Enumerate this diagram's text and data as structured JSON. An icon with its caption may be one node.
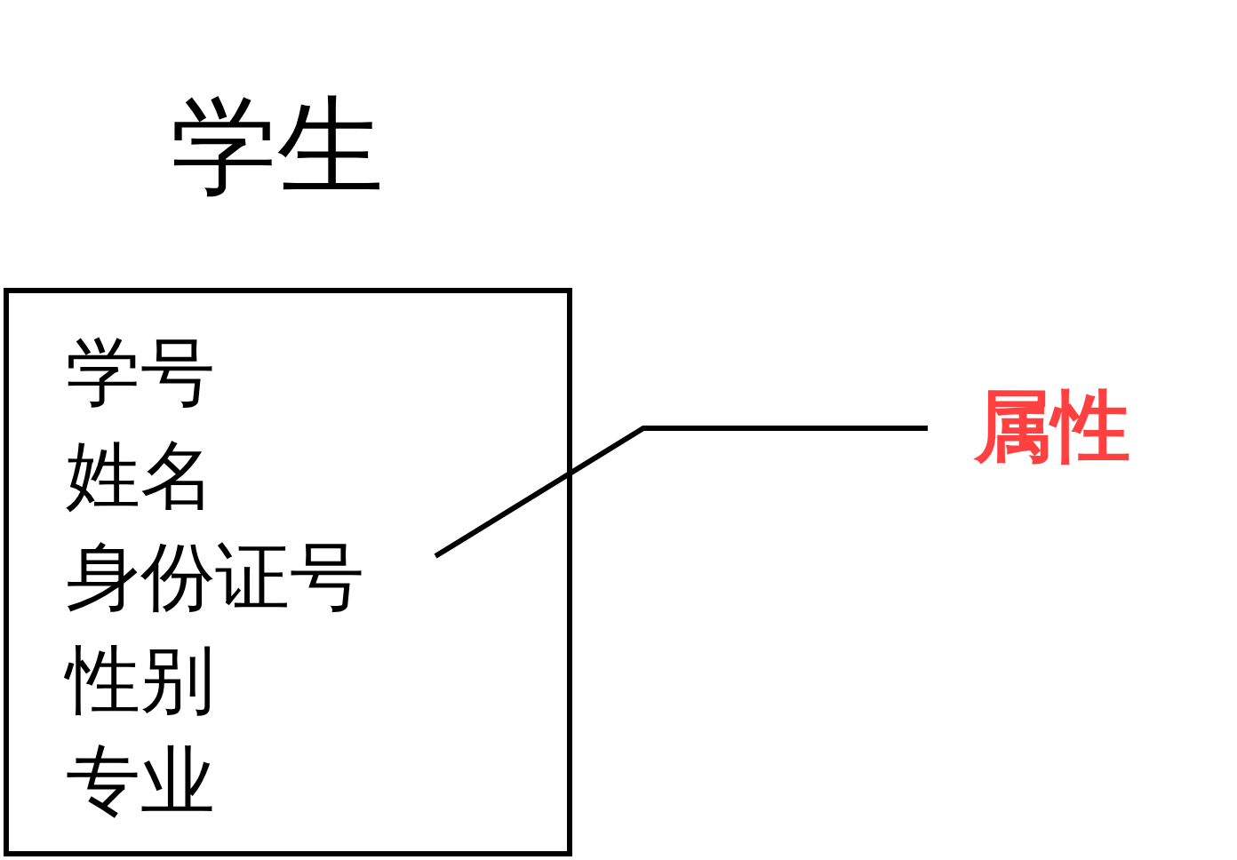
{
  "diagram": {
    "nodes": [
      {
        "text": [
          "学生",
          "学号",
          "姓名",
          "身份证号",
          "性别",
          "专业"
        ]
      },
      {
        "text": [
          "属性"
        ]
      }
    ],
    "edges": [
      {
        "from": 1,
        "to": 0,
        "arrow": "none"
      }
    ]
  }
}
